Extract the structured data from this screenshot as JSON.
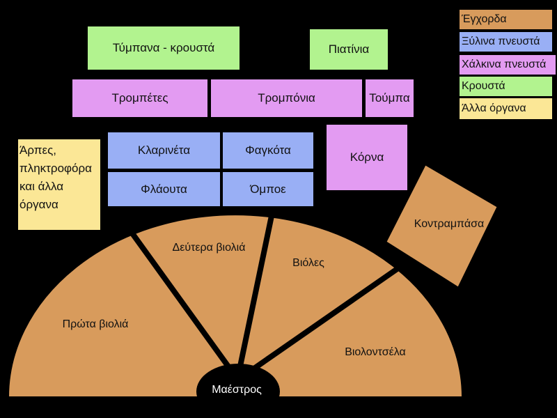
{
  "colors": {
    "background": "#000000",
    "strings": "#D89B5C",
    "woodwinds": "#99AFF5",
    "brass": "#E39BF2",
    "percussion": "#B2F38F",
    "other": "#FBE796",
    "conductor": "#000000"
  },
  "legend": {
    "strings": "Έγχορδα",
    "woodwinds": "Ξύλινα πνευστά",
    "brass": "Χάλκινα πνευστά",
    "percussion": "Κρουστά",
    "other": "Άλλα όργανα"
  },
  "sections": {
    "timpani": "Τύμπανα - κρουστά",
    "cymbals": "Πιατίνια",
    "trumpets": "Τρομπέτες",
    "trombones": "Τρομπόνια",
    "tuba": "Τούμπα",
    "horns": "Κόρνα",
    "harps": "Άρπες, πληκτροφόρα και άλλα όργανα",
    "clarinets": "Κλαρινέτα",
    "bassoons": "Φαγκότα",
    "flutes": "Φλάουτα",
    "oboes": "Όμποε",
    "double_basses": "Κοντραμπάσα",
    "second_violins": "Δεύτερα βιολιά",
    "violas": "Βιόλες",
    "first_violins": "Πρώτα βιολιά",
    "cellos": "Βιολοντσέλα",
    "conductor": "Μαέστρος"
  }
}
